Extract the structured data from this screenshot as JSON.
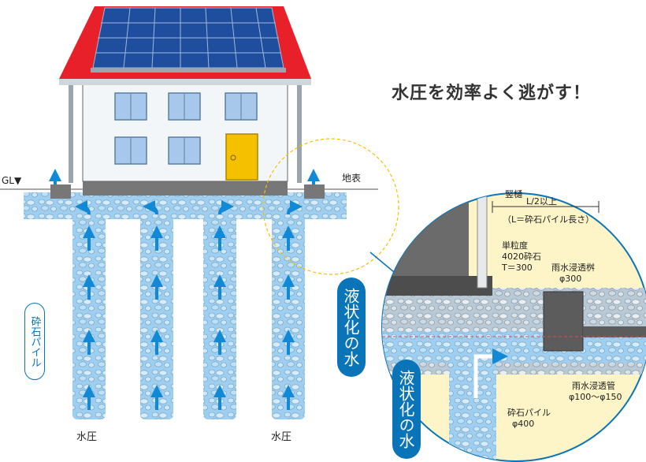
{
  "headline": "水圧を効率よく逃がす！",
  "labels": {
    "gl": "GL▼",
    "ground_surface": "地表",
    "gravel_pile_left": "砕石パイル",
    "water_pressure_1": "水圧",
    "water_pressure_2": "水圧",
    "liquefied_water_1": "液状化の水",
    "liquefied_water_2": "液状化の水"
  },
  "detail": {
    "downpipe": "竪樋",
    "distance_line1": "L/2以上",
    "distance_line2": "（L＝砕石パイル長さ）",
    "gravel_spec_1": "単粒度",
    "gravel_spec_2": "4020砕石",
    "gravel_spec_3": "T＝300",
    "basin_1": "雨水浸透桝",
    "basin_2": "φ300",
    "pipe_1": "雨水浸透管",
    "pipe_2": "φ100～φ150",
    "pile_1": "砕石パイル",
    "pile_2": "φ400"
  },
  "colors": {
    "roof": "#e8202a",
    "solar_panel": "#1f4e9e",
    "water": "#a9d8f5",
    "arrow": "#1189d4",
    "pill": "#0a74b8",
    "door": "#f5c000",
    "window": "#a7c8ea",
    "detail_circle": "#fdf4c7"
  }
}
